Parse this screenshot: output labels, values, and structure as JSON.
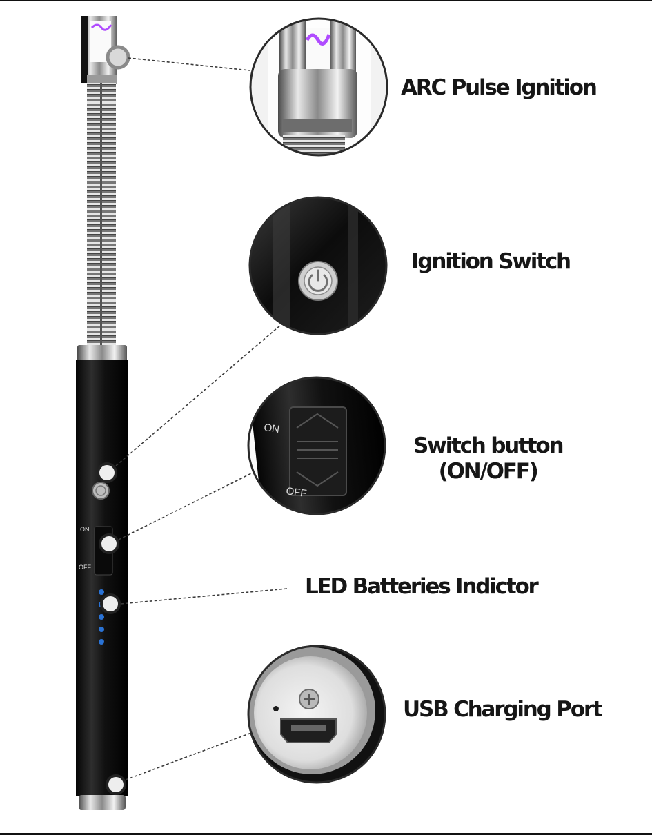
{
  "callouts": {
    "arc_ignition": "ARC Pulse Ignition",
    "ignition_switch": "Ignition Switch",
    "switch_button": "Switch button",
    "switch_button_sub": "(ON/OFF)",
    "led_indicator": "LED Batteries Indictor",
    "usb_port": "USB Charging Port"
  },
  "slider_labels": {
    "on": "ON",
    "off": "OFF"
  },
  "led_count": 5,
  "icons": [
    "power-icon",
    "screw-icon",
    "usb-port-icon"
  ],
  "colors": {
    "background": "#ffffff",
    "lighter_body": "#141414",
    "metal": "#c9c9c9",
    "arc": "#b04cff",
    "led": "#2a73d6",
    "leader_line": "#3a3a3a"
  }
}
